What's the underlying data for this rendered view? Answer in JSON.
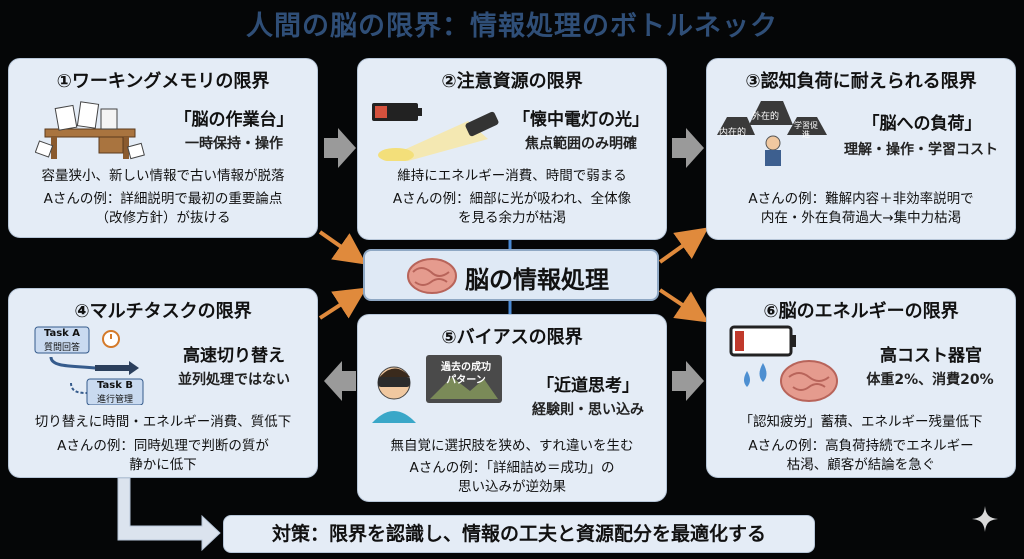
{
  "title": "人間の脳の限界：情報処理のボトルネック",
  "center": {
    "label": "脳の情報処理"
  },
  "boxes": [
    {
      "title": "①ワーキングメモリの限界",
      "metaphor": "「脳の作業台」",
      "sub": "一時保持・操作",
      "desc": "容量狭小、新しい情報で古い情報が脱落",
      "example1": "Aさんの例：詳細説明で最初の重要論点",
      "example2": "（改修方針）が抜ける"
    },
    {
      "title": "②注意資源の限界",
      "metaphor": "「懐中電灯の光」",
      "sub": "焦点範囲のみ明確",
      "desc": "維持にエネルギー消費、時間で弱まる",
      "example1": "Aさんの例：細部に光が吸われ、全体像",
      "example2": "を見る余力が枯渇"
    },
    {
      "title": "③認知負荷に耐えられる限界",
      "metaphor": "「脳への負荷」",
      "sub": "理解・操作・学習コスト",
      "weights": [
        "内在的",
        "外在的",
        "学習促進"
      ],
      "example1": "Aさんの例：難解内容＋非効率説明で",
      "example2": "内在・外在負荷過大→集中力枯渇"
    },
    {
      "title": "④マルチタスクの限界",
      "metaphor": "高速切り替え",
      "sub": "並列処理ではない",
      "taskA1": "Task A",
      "taskA2": "質問回答",
      "taskB1": "Task B",
      "taskB2": "進行管理",
      "desc": "切り替えに時間・エネルギー消費、質低下",
      "example1": "Aさんの例：同時処理で判断の質が",
      "example2": "静かに低下"
    },
    {
      "title": "⑤バイアスの限界",
      "metaphor": "「近道思考」",
      "sub": "経験則・思い込み",
      "vision1": "過去の成功",
      "vision2": "パターン",
      "desc": "無自覚に選択肢を狭め、すれ違いを生む",
      "example1": "Aさんの例：「詳細詰め＝成功」の",
      "example2": "思い込みが逆効果"
    },
    {
      "title": "⑥脳のエネルギーの限界",
      "metaphor": "高コスト器官",
      "sub": "体重2%、消費20%",
      "desc": "「認知疲労」蓄積、エネルギー残量低下",
      "example1": "Aさんの例：高負荷持続でエネルギー",
      "example2": "枯渇、顧客が結論を急ぐ"
    }
  ],
  "footer": "対策：限界を認識し、情報の工夫と資源配分を最適化する",
  "colors": {
    "title": "#2f4e77",
    "box": "#e4ecf6",
    "arrow_orange": "#e08a3c",
    "arrow_gray": "#9a9a9a",
    "battery_red": "#c0392b",
    "brain": "#e59b8e"
  }
}
